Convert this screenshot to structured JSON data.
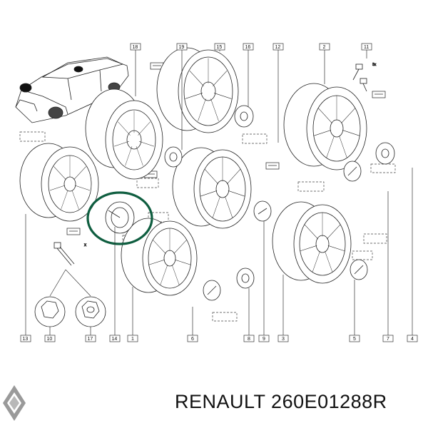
{
  "diagram": {
    "callouts": {
      "c18": "18",
      "c19": "19",
      "c15": "15",
      "c16": "16",
      "c12": "12",
      "c2": "2",
      "c11": "11",
      "c13": "13",
      "c10": "10",
      "c17": "17",
      "c14": "14",
      "c1": "1",
      "c6": "6",
      "c8": "8",
      "c9": "9",
      "c3": "3",
      "c5": "5",
      "c7": "7",
      "c4": "4"
    },
    "highlight_color": "#0f5e40"
  },
  "footer": {
    "brand": "RENAULT",
    "part_number": "260E01288R"
  }
}
